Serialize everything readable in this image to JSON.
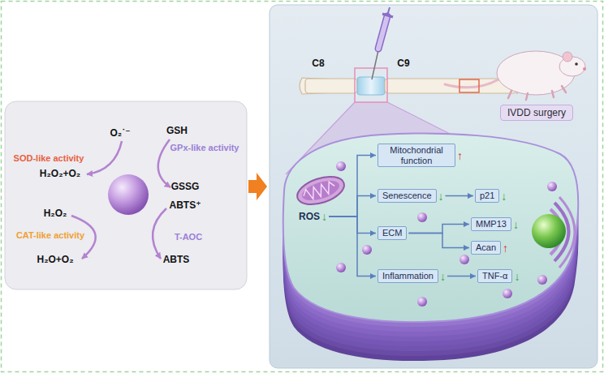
{
  "diagram": {
    "nodes": [
      {
        "text": [
          "IVDD surgery"
        ]
      },
      {
        "text": [
          "Mitochondrial function",
          "↑"
        ]
      },
      {
        "text": [
          "ROS",
          "↓"
        ]
      },
      {
        "text": [
          "Senescence",
          "↓"
        ]
      },
      {
        "text": [
          "p21",
          "↓"
        ]
      },
      {
        "text": [
          "ECM"
        ]
      },
      {
        "text": [
          "MMP13",
          "↓"
        ]
      },
      {
        "text": [
          "Acan",
          "↑"
        ]
      },
      {
        "text": [
          "Inflammation",
          "↓"
        ]
      },
      {
        "text": [
          "TNF-α",
          "↓"
        ]
      }
    ],
    "edges": [
      {
        "from": 2,
        "to": 1,
        "arrow": "to"
      },
      {
        "from": 2,
        "to": 3,
        "arrow": "to"
      },
      {
        "from": 2,
        "to": 5,
        "arrow": "to"
      },
      {
        "from": 2,
        "to": 8,
        "arrow": "to"
      },
      {
        "from": 3,
        "to": 4,
        "arrow": "to"
      },
      {
        "from": 5,
        "to": 6,
        "arrow": "to"
      },
      {
        "from": 5,
        "to": 7,
        "arrow": "to"
      },
      {
        "from": 8,
        "to": 9,
        "arrow": "to"
      }
    ],
    "labels": [
      "O₂˙⁻",
      "SOD-like activity",
      "H₂O₂+O₂",
      "GSH",
      "GPx-like activity",
      "GSSG",
      "H₂O₂",
      "ABTS⁺",
      "CAT-like activity",
      "T-AOC",
      "H₂O+O₂",
      "ABTS",
      "C8",
      "C9"
    ]
  }
}
